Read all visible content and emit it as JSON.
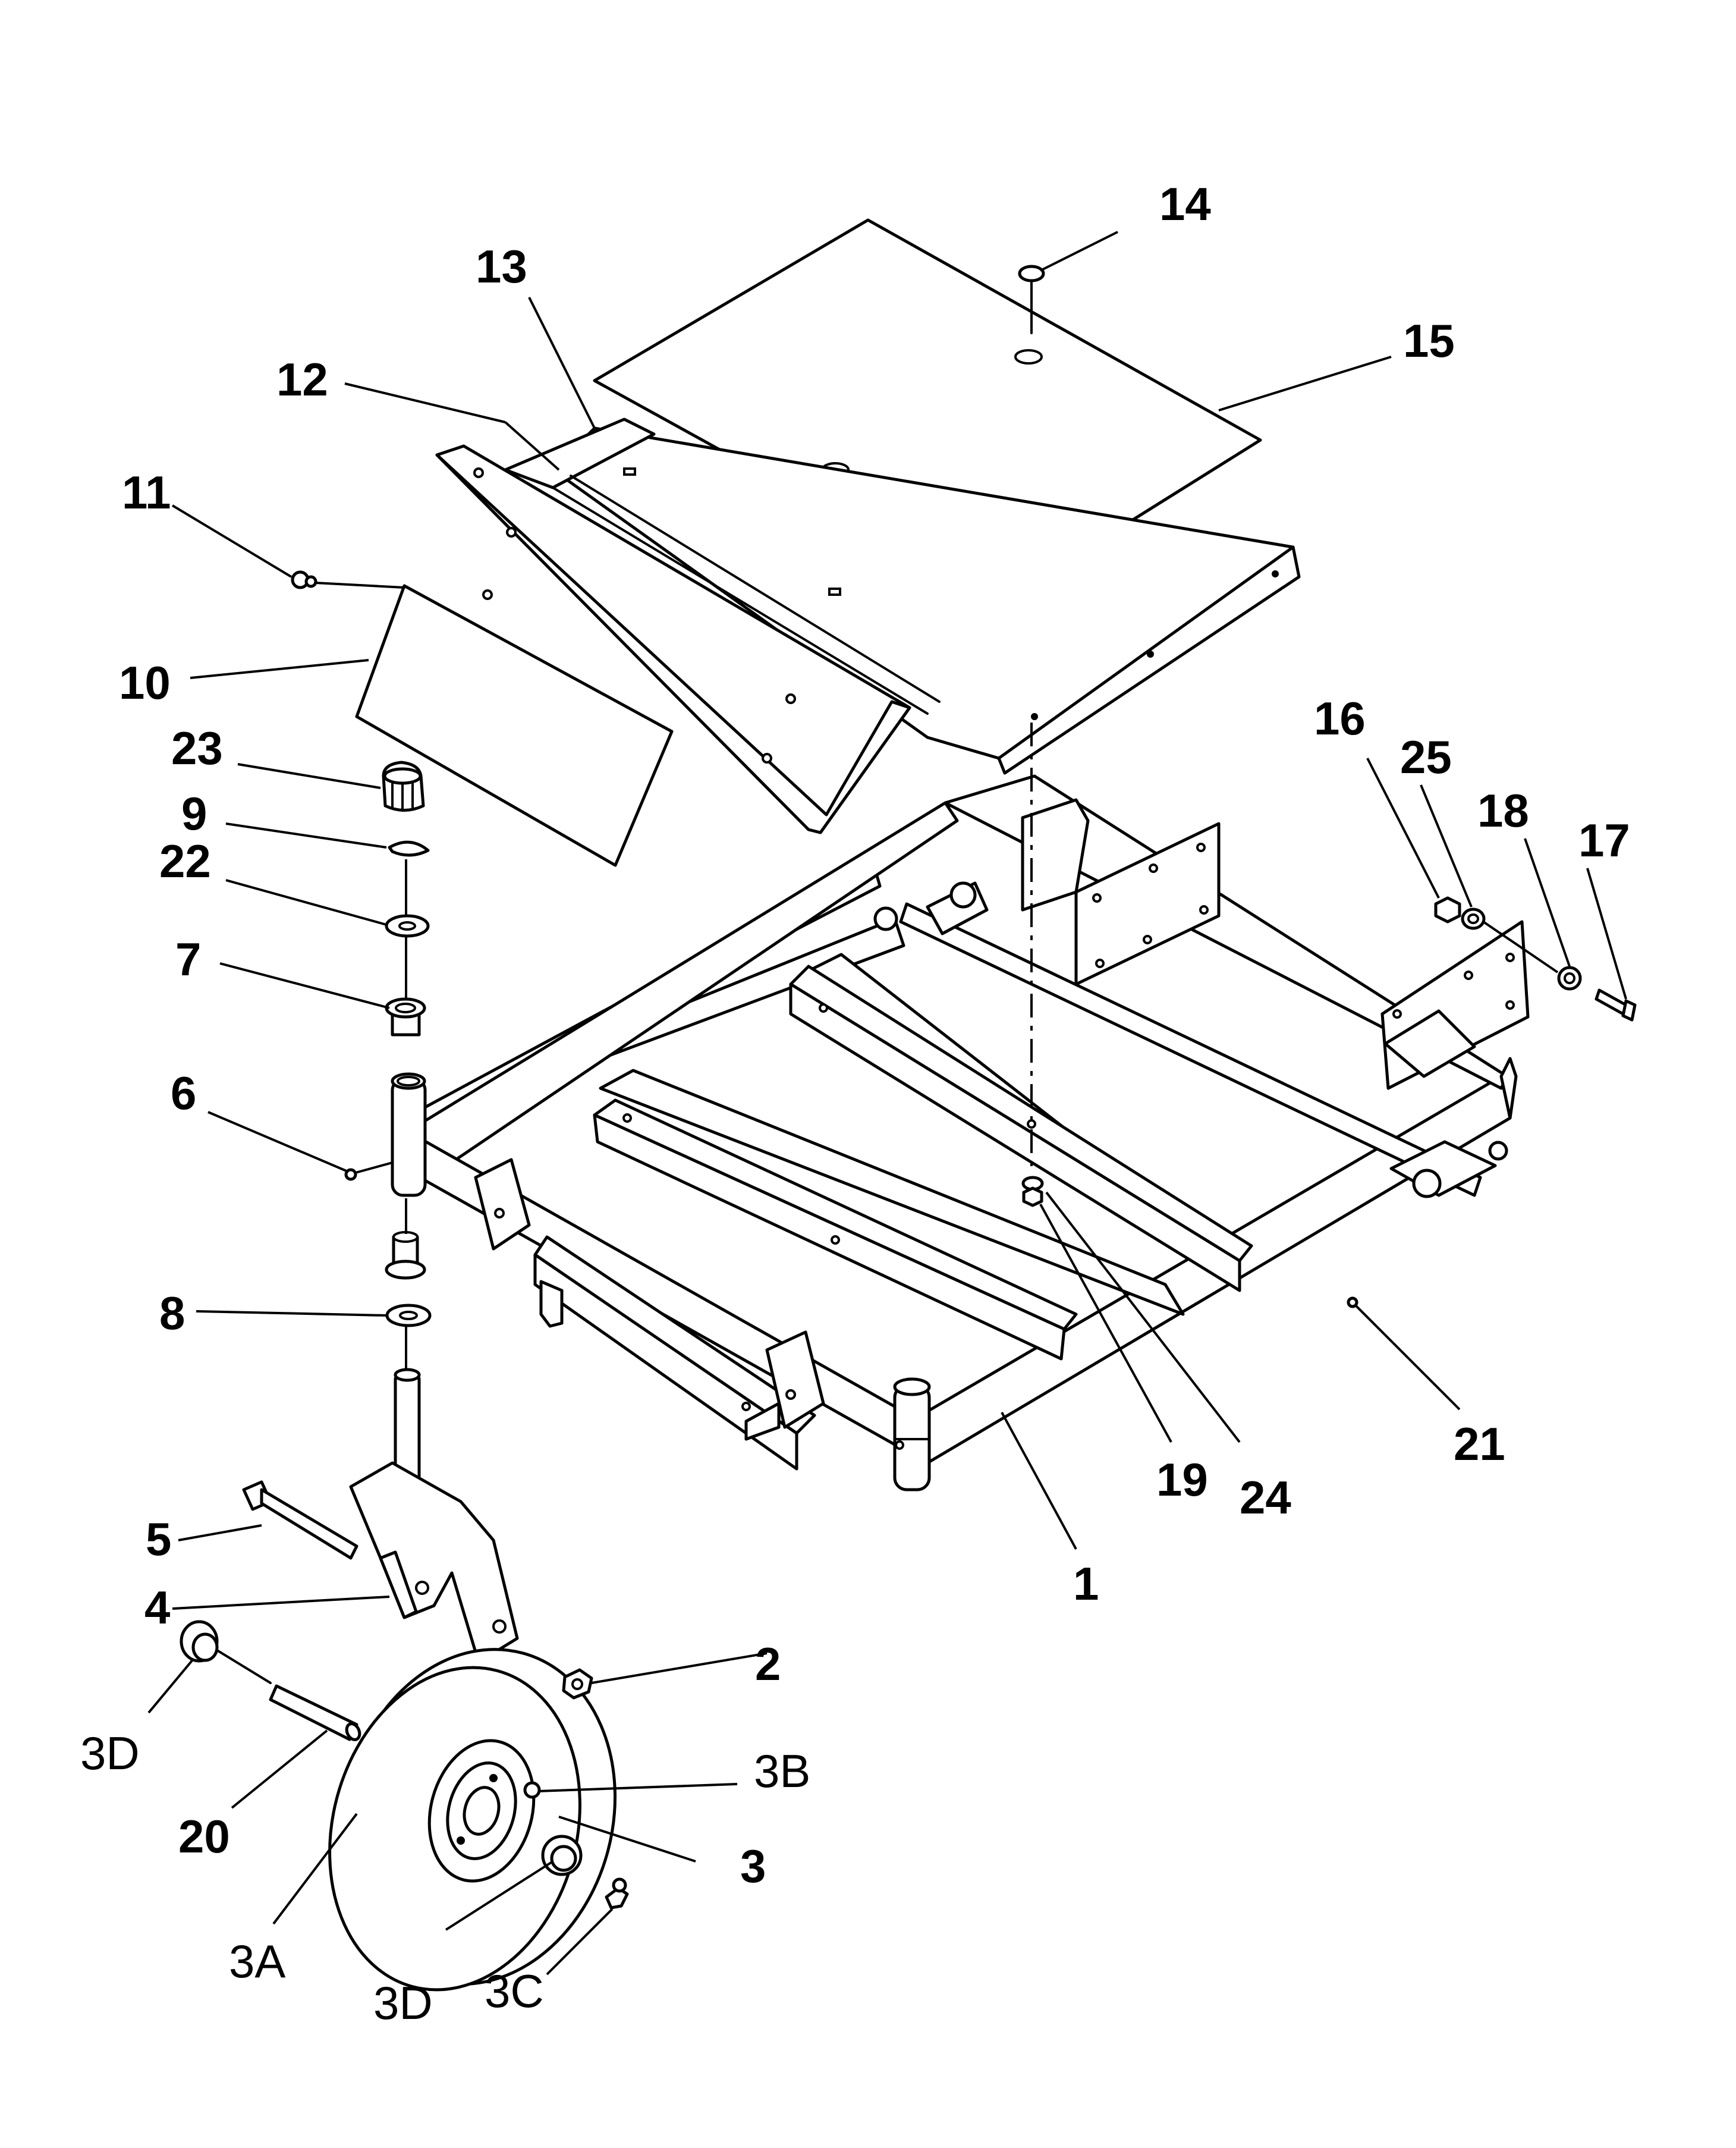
{
  "diagram": {
    "labels": [
      {
        "id": "c1",
        "text": "1"
      },
      {
        "id": "c2",
        "text": "2"
      },
      {
        "id": "c3",
        "text": "3"
      },
      {
        "id": "c3a",
        "text": "3A"
      },
      {
        "id": "c3b",
        "text": "3B"
      },
      {
        "id": "c3c",
        "text": "3C"
      },
      {
        "id": "c3d1",
        "text": "3D"
      },
      {
        "id": "c3d2",
        "text": "3D"
      },
      {
        "id": "c4",
        "text": "4"
      },
      {
        "id": "c5",
        "text": "5"
      },
      {
        "id": "c6",
        "text": "6"
      },
      {
        "id": "c7",
        "text": "7"
      },
      {
        "id": "c8",
        "text": "8"
      },
      {
        "id": "c9",
        "text": "9"
      },
      {
        "id": "c10",
        "text": "10"
      },
      {
        "id": "c11",
        "text": "11"
      },
      {
        "id": "c12",
        "text": "12"
      },
      {
        "id": "c13",
        "text": "13"
      },
      {
        "id": "c14",
        "text": "14"
      },
      {
        "id": "c15",
        "text": "15"
      },
      {
        "id": "c16",
        "text": "16"
      },
      {
        "id": "c17",
        "text": "17"
      },
      {
        "id": "c18",
        "text": "18"
      },
      {
        "id": "c19",
        "text": "19"
      },
      {
        "id": "c20",
        "text": "20"
      },
      {
        "id": "c21",
        "text": "21"
      },
      {
        "id": "c22",
        "text": "22"
      },
      {
        "id": "c23",
        "text": "23"
      },
      {
        "id": "c24",
        "text": "24"
      },
      {
        "id": "c25",
        "text": "25"
      }
    ]
  }
}
